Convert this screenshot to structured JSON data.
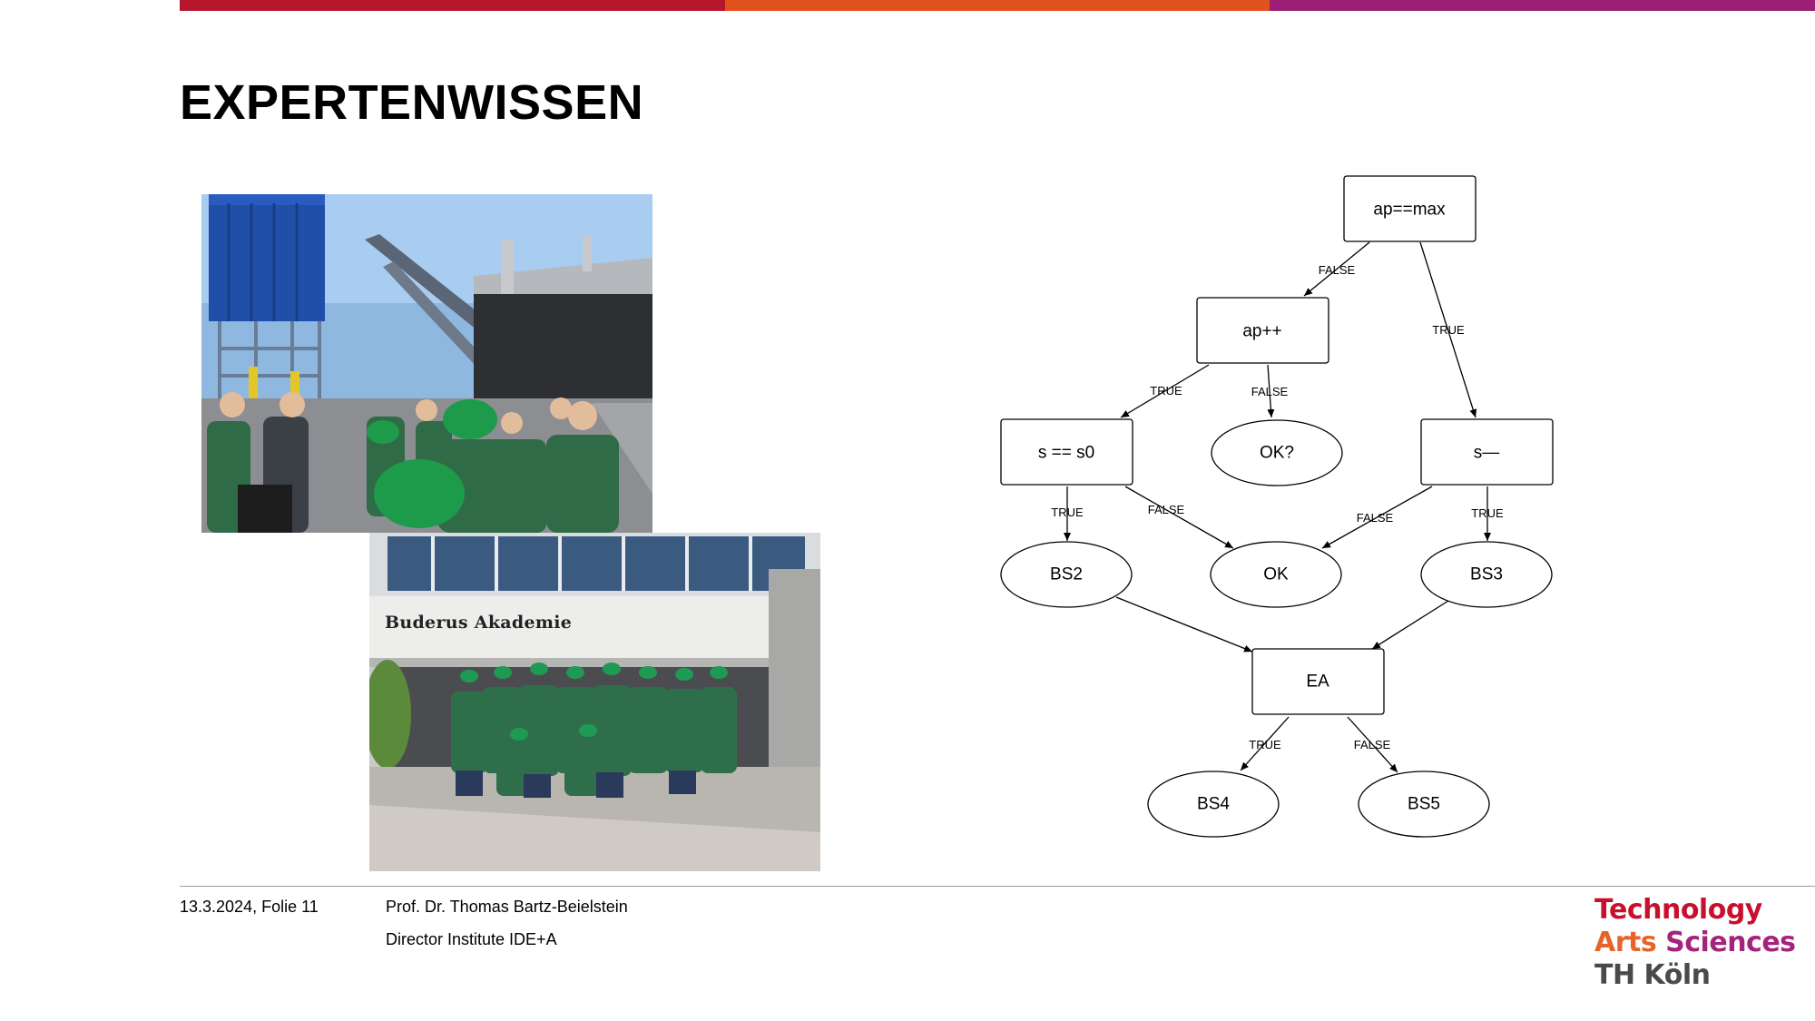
{
  "slide": {
    "title": "EXPERTENWISSEN"
  },
  "colors": {
    "bar_red": "#b5162b",
    "bar_orange": "#e1521f",
    "bar_purple": "#9b1f75"
  },
  "photos": {
    "plant": {
      "icon": "industrial-plant-photo"
    },
    "academy": {
      "icon": "group-photo",
      "sign": "Buderus Akademie"
    }
  },
  "diagram": {
    "nodes": {
      "n_apmax": {
        "label": "ap==max",
        "shape": "box"
      },
      "n_app": {
        "label": "ap++",
        "shape": "box"
      },
      "n_ss0": {
        "label": "s == s0",
        "shape": "box"
      },
      "n_okq": {
        "label": "OK?",
        "shape": "ellipse"
      },
      "n_sdec": {
        "label": "s—",
        "shape": "box"
      },
      "n_bs2": {
        "label": "BS2",
        "shape": "ellipse"
      },
      "n_ok": {
        "label": "OK",
        "shape": "ellipse"
      },
      "n_bs3": {
        "label": "BS3",
        "shape": "ellipse"
      },
      "n_ea": {
        "label": "EA",
        "shape": "box"
      },
      "n_bs4": {
        "label": "BS4",
        "shape": "ellipse"
      },
      "n_bs5": {
        "label": "BS5",
        "shape": "ellipse"
      }
    },
    "edges": {
      "e1": {
        "from": "ap==max",
        "to": "ap++",
        "label": "FALSE"
      },
      "e2": {
        "from": "ap==max",
        "to": "s—",
        "label": "TRUE"
      },
      "e3": {
        "from": "ap++",
        "to": "s == s0",
        "label": "TRUE"
      },
      "e4": {
        "from": "ap++",
        "to": "OK?",
        "label": "FALSE"
      },
      "e5": {
        "from": "s == s0",
        "to": "BS2",
        "label": "TRUE"
      },
      "e6": {
        "from": "s == s0",
        "to": "OK",
        "label": "FALSE"
      },
      "e7": {
        "from": "s—",
        "to": "OK",
        "label": "FALSE"
      },
      "e8": {
        "from": "s—",
        "to": "BS3",
        "label": "TRUE"
      },
      "e9": {
        "from": "BS2",
        "to": "EA",
        "label": ""
      },
      "e10": {
        "from": "BS3",
        "to": "EA",
        "label": ""
      },
      "e11": {
        "from": "EA",
        "to": "BS4",
        "label": "TRUE"
      },
      "e12": {
        "from": "EA",
        "to": "BS5",
        "label": "FALSE"
      }
    }
  },
  "footer": {
    "date": "13.3.2024, Folie 11",
    "author": "Prof. Dr. Thomas Bartz-Beielstein",
    "role": "Director Institute IDE+A"
  },
  "logo": {
    "line1": "Technology",
    "line2a": "Arts",
    "line2b": "Sciences",
    "line3": "TH Köln"
  }
}
